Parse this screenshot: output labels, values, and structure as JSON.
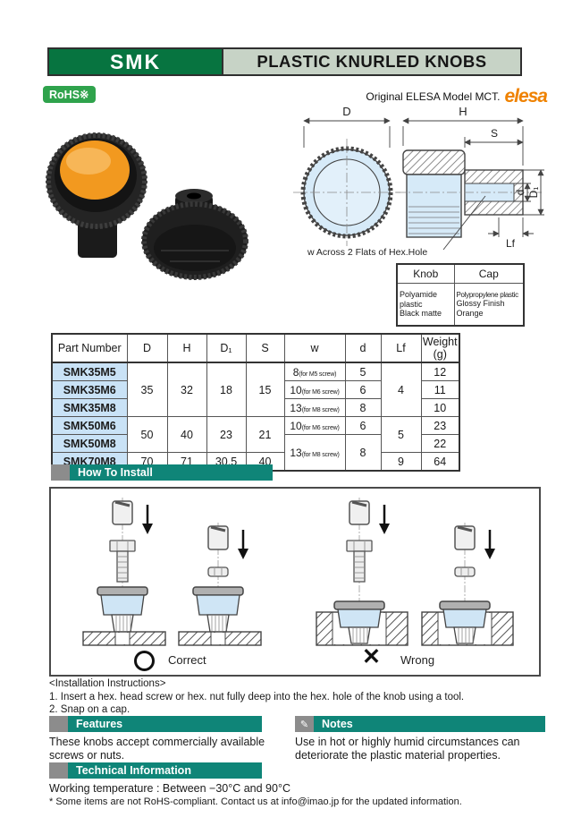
{
  "header": {
    "code": "SMK",
    "title": "PLASTIC KNURLED KNOBS",
    "rohs_badge": "RoHS※",
    "original_note": "Original ELESA Model MCT.",
    "brand": "elesa"
  },
  "drawing": {
    "dim_D": "D",
    "dim_H": "H",
    "dim_S": "S",
    "dim_d": "d",
    "dim_D1": "D₁",
    "dim_Lf": "Lf",
    "hex_note": "w Across 2 Flats of Hex.Hole"
  },
  "material_table": {
    "headers": [
      "Knob",
      "Cap"
    ],
    "knob_lines": [
      "Polyamide plastic",
      "Black matte"
    ],
    "cap_lines": [
      "Polypropylene plastic",
      "Glossy Finish",
      "Orange"
    ]
  },
  "spec_table": {
    "headers": [
      "Part Number",
      "D",
      "H",
      "D₁",
      "S",
      "w",
      "d",
      "Lf"
    ],
    "weight_header": [
      "Weight",
      "(g)"
    ],
    "parts": [
      "SMK35M5",
      "SMK35M6",
      "SMK35M8",
      "SMK50M6",
      "SMK50M8",
      "SMK70M8"
    ],
    "dims35": {
      "D": "35",
      "H": "32",
      "D1": "18",
      "S": "15",
      "Lf": "4"
    },
    "dims50": {
      "D": "50",
      "H": "40",
      "D1": "23",
      "S": "21",
      "Lf": "5"
    },
    "dims70": {
      "D": "70",
      "H": "71",
      "D1": "30.5",
      "S": "40",
      "Lf": "9"
    },
    "w_m5": {
      "num": "8",
      "note": "(for M5 screw)"
    },
    "w_m6": {
      "num": "10",
      "note": "(for M6 screw)"
    },
    "w_m8": {
      "num": "13",
      "note": "(for M8 screw)"
    },
    "d_m5": "5",
    "d_m6": "6",
    "d_m8": "8",
    "weights": [
      "12",
      "11",
      "10",
      "23",
      "22",
      "64"
    ]
  },
  "install": {
    "title": "How To Install",
    "correct_label": "Correct",
    "wrong_label": "Wrong",
    "wrong_mark": "✕",
    "notes_pencil": "✎"
  },
  "instructions": {
    "title": "<Installation Instructions>",
    "line1": "1. Insert a hex. head screw or hex. nut fully deep into the hex. hole of the knob using a tool.",
    "line2": "2. Snap on a cap."
  },
  "features": {
    "title": "Features",
    "body": "These knobs accept commercially available screws or nuts."
  },
  "notes": {
    "title": "Notes",
    "body": "Use in hot or highly humid circumstances can deteriorate the plastic material properties."
  },
  "technical": {
    "title": "Technical Information",
    "working_temp": "Working temperature : Between −30°C and 90°C",
    "rohs_note": "* Some items are not RoHS-compliant. Contact us at info@imao.jp for the updated information."
  },
  "colors": {
    "header_green": "#077440",
    "section_teal": "#0f8578",
    "header_light": "#c7d3c6",
    "rohs_green": "#2fa34c",
    "brand_orange": "#ef8200",
    "cap_orange": "#f2991f",
    "drawing_blue": "#d6eaf8",
    "partnum_blue": "#c9e2f6"
  }
}
